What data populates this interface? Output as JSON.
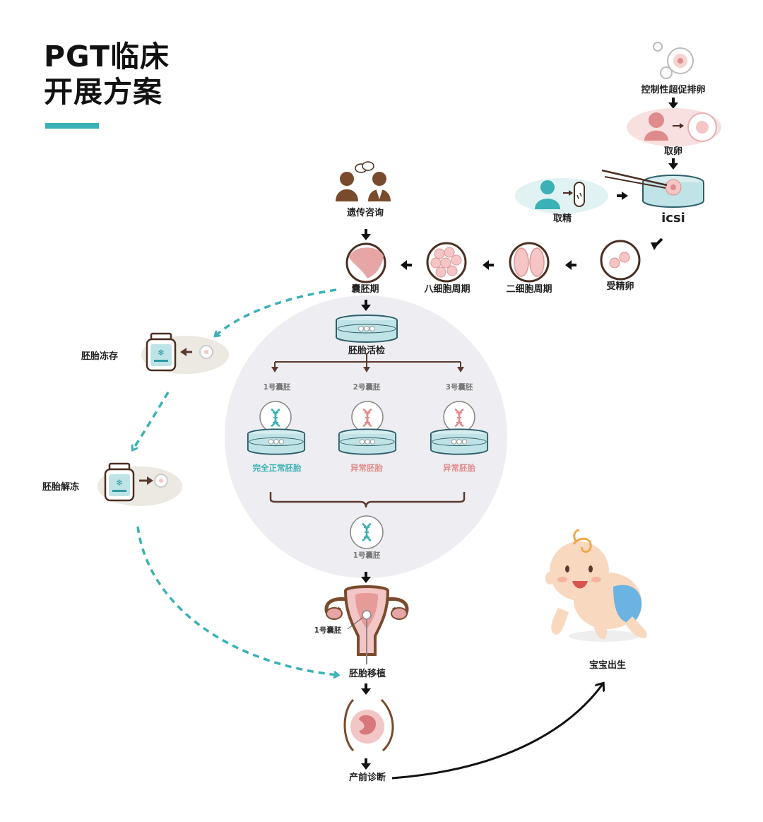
{
  "title": {
    "line1": "PGT临床",
    "line2": "开展方案"
  },
  "colors": {
    "accent": "#3ab1b5",
    "pink": "#e08b8b",
    "brown": "#5b3a2e",
    "circle_bg": "#eeeef2"
  },
  "steps": {
    "stimulation": "控制性超促排卵",
    "egg_retrieval": "取卵",
    "sperm_retrieval": "取精",
    "icsi": "icsi",
    "fertilized_egg": "受精卵",
    "two_cell": "二细胞周期",
    "eight_cell": "八细胞周期",
    "blastocyst": "囊胚期",
    "counseling": "遗传咨询",
    "biopsy": "胚胎活检",
    "freezing": "胚胎冻存",
    "thawing": "胚胎解冻",
    "transfer": "胚胎移植",
    "prenatal": "产前诊断",
    "birth": "宝宝出生"
  },
  "embryos": [
    {
      "name": "1号囊胚",
      "result": "完全正常胚胎"
    },
    {
      "name": "2号囊胚",
      "result": "异常胚胎"
    },
    {
      "name": "3号囊胚",
      "result": "异常胚胎"
    }
  ],
  "selected_embryo": "1号囊胚",
  "uterus_label": "1号囊胚"
}
